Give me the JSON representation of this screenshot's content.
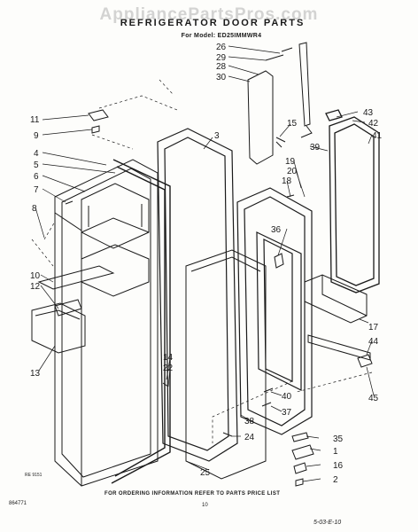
{
  "watermark": "AppliancePartsPros.com",
  "header": {
    "title": "REFRIGERATOR DOOR PARTS",
    "model": "For Model: ED25IMMWR4"
  },
  "footer": {
    "order_note": "FOR ORDERING INFORMATION REFER TO PARTS PRICE LIST",
    "left_code": "864771",
    "page_number": "10",
    "date_code": "5-03-E-10",
    "re_code": "RE 9151"
  },
  "callouts": {
    "c1": "1",
    "c2": "2",
    "c3": "3",
    "c4": "4",
    "c5": "5",
    "c6": "6",
    "c7": "7",
    "c8": "8",
    "c9": "9",
    "c10": "10",
    "c11": "11",
    "c12": "12",
    "c13": "13",
    "c14": "14",
    "c15": "15",
    "c16": "16",
    "c17": "17",
    "c18": "18",
    "c19": "19",
    "c20": "20",
    "c22": "22",
    "c24": "24",
    "c25": "25",
    "c26": "26",
    "c28": "28",
    "c29": "29",
    "c30": "30",
    "c35": "35",
    "c36": "36",
    "c37": "37",
    "c38": "38",
    "c39": "39",
    "c40": "40",
    "c41": "41",
    "c42": "42",
    "c43": "43",
    "c44": "44",
    "c45": "45"
  }
}
